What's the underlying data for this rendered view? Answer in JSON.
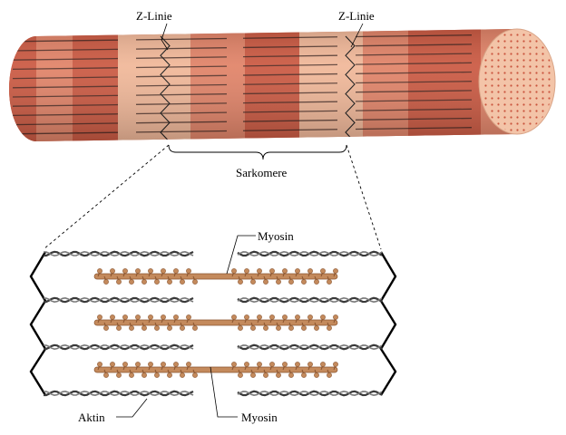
{
  "labels": {
    "z_line_left": "Z-Linie",
    "z_line_right": "Z-Linie",
    "sarcomere": "Sarkomere",
    "myosin_top": "Myosin",
    "myosin_bottom": "Myosin",
    "actin": "Aktin"
  },
  "colors": {
    "fiber_dark": "#c9543c",
    "fiber_mid": "#e07f63",
    "fiber_light": "#f0b595",
    "fiber_end": "#f3c4a8",
    "myofibril_line": "#2a1410",
    "actin": "#3a3a3a",
    "myosin": "#c48a5c",
    "myosin_dark": "#8a5530",
    "z_line": "#000000"
  },
  "diagram": {
    "fiber_rows": 11,
    "filament_rows": 3,
    "actin_strands_per_row": 2
  }
}
